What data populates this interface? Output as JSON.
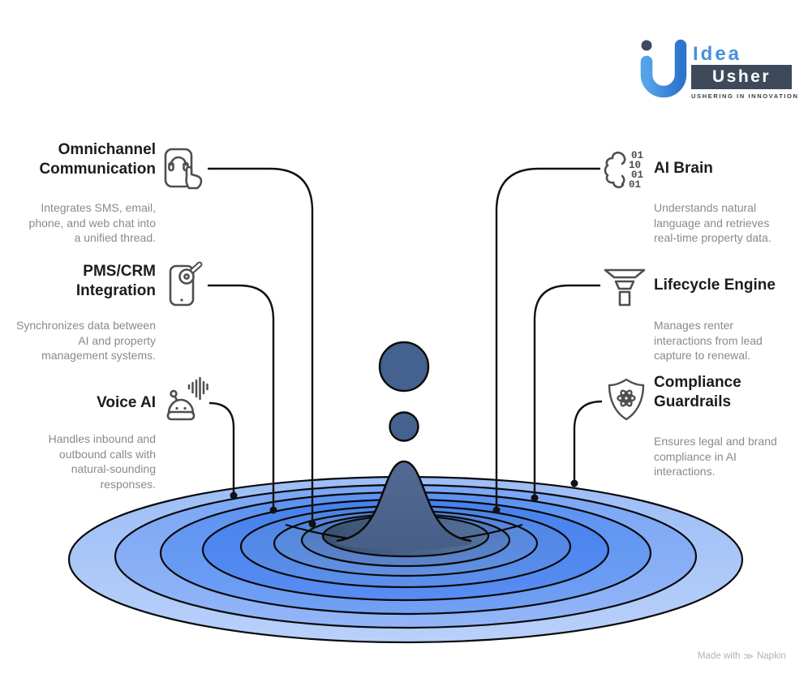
{
  "logo": {
    "brand_top": "Idea",
    "brand_bottom": "Usher",
    "tagline": "USHERING IN INNOVATION"
  },
  "footer": {
    "made_with": "Made with",
    "brand": "Napkin"
  },
  "features": {
    "left": [
      {
        "id": "omnichannel-communication",
        "title": "Omnichannel Communication",
        "description": "Integrates SMS, email, phone, and web chat into a unified thread.",
        "icon": "tablet-headset-icon"
      },
      {
        "id": "pms-crm-integration",
        "title": "PMS/CRM Integration",
        "description": "Synchronizes data between AI and property management systems.",
        "icon": "phone-key-icon"
      },
      {
        "id": "voice-ai",
        "title": "Voice AI",
        "description": "Handles inbound and outbound calls with natural-sounding responses.",
        "icon": "robot-voice-icon"
      }
    ],
    "right": [
      {
        "id": "ai-brain",
        "title": "AI Brain",
        "description": "Understands natural language and retrieves real-time property data.",
        "icon": "brain-binary-icon",
        "binary": [
          "01",
          "10",
          "01",
          "01"
        ]
      },
      {
        "id": "lifecycle-engine",
        "title": "Lifecycle Engine",
        "description": "Manages renter interactions from lead capture to renewal.",
        "icon": "funnel-icon"
      },
      {
        "id": "compliance-guardrails",
        "title": "Compliance Guardrails",
        "description": "Ensures legal and brand compliance in AI interactions.",
        "icon": "shield-gear-icon"
      }
    ]
  },
  "colors": {
    "ripple_outer": "#aac6f8",
    "ripple_bright": "#4a84ef",
    "ripple_center": "#47618c",
    "droplet": "#44618f",
    "line": "#111111",
    "title_text": "#1c1c1c",
    "desc_text": "#8a8a8a",
    "logo_blue": "#4590dd",
    "logo_dark": "#3e4a5b"
  }
}
